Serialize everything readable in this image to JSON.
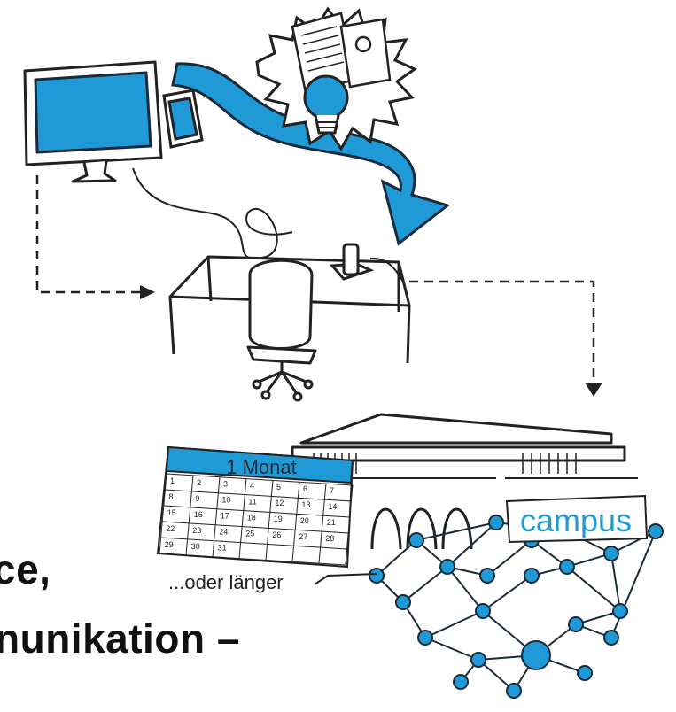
{
  "illustration": {
    "calendar_title": "1 Monat",
    "calendar_days": [
      "1",
      "2",
      "3",
      "4",
      "5",
      "6",
      "7",
      "8",
      "9",
      "10",
      "11",
      "12",
      "13",
      "14",
      "15",
      "16",
      "17",
      "18",
      "19",
      "20",
      "21",
      "22",
      "23",
      "24",
      "25",
      "26",
      "27",
      "28",
      "29",
      "30",
      "31"
    ],
    "caption": "...oder länger",
    "campus_label": "campus"
  },
  "text": {
    "line1": "ce,",
    "line2": "nunikation –"
  },
  "colors": {
    "accent": "#1f9ad6",
    "ink": "#222222"
  }
}
